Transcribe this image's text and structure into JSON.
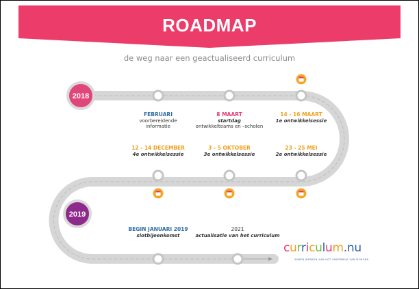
{
  "header": {
    "title": "ROADMAP",
    "subtitle": "de weg naar een geactualiseerd curriculum"
  },
  "years": {
    "start": "2018",
    "end": "2019"
  },
  "milestones": [
    {
      "date": "FEBRUARI",
      "line1": "voorbereidende",
      "line2": "informatie",
      "color": "#2e6da4"
    },
    {
      "date": "8 MAART",
      "line1": "startdag",
      "line2": "ontwikkelteams en –scholen",
      "color": "#e5356f"
    },
    {
      "date": "14 - 16 MAART",
      "line1": "1e ontwikkelsessie",
      "color": "#f0a01c"
    },
    {
      "date": "23 - 25 MEI",
      "line1": "2e ontwikkelsessie",
      "color": "#f0a01c"
    },
    {
      "date": "3 - 5 OKTOBER",
      "line1": "3e ontwikkelsessie",
      "color": "#f0a01c"
    },
    {
      "date": "12 - 14 DECEMBER",
      "line1": "4e ontwikkelsessie",
      "color": "#f0a01c"
    },
    {
      "date": "BEGIN JANUARI 2019",
      "line1": "slotbijeenkomst",
      "color": "#2e6da4"
    },
    {
      "date": "2021",
      "line1": "actualisatie van het curriculum",
      "color": "#333333"
    }
  ],
  "brand": {
    "logo_text": "curriculum.nu",
    "tagline": "SAMEN WERKEN AAN HET ONDERWIJS VAN MORGEN"
  },
  "colors": {
    "banner": "#ec3c6a",
    "road": "#cfcfcf",
    "year_2018": "#e0467a",
    "year_2019": "#8e2a8c",
    "session_badge": "#f5a623"
  },
  "icons": {
    "session_badge": "calendar-icon"
  }
}
